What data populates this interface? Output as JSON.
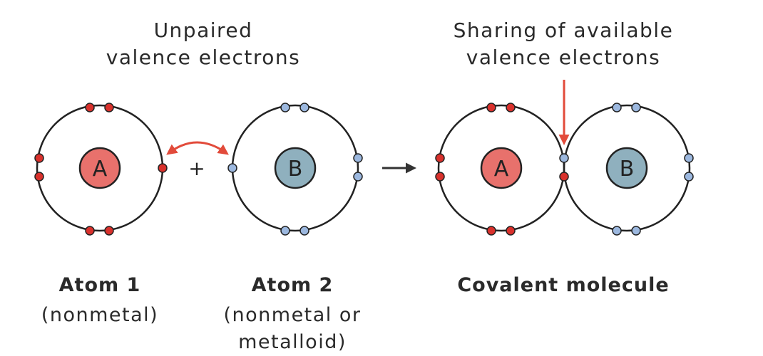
{
  "top_left_label": [
    "Unpaired",
    "valence electrons"
  ],
  "top_right_label": [
    "Sharing of available",
    "valence electrons"
  ],
  "atom1": {
    "symbol": "A",
    "title": "Atom 1",
    "subtitle": [
      "(nonmetal)"
    ]
  },
  "atom2": {
    "symbol": "B",
    "title": "Atom 2",
    "subtitle": [
      "(nonmetal or",
      "metalloid)"
    ]
  },
  "molecule": {
    "atom_a_symbol": "A",
    "atom_b_symbol": "B",
    "title": "Covalent molecule"
  },
  "plus_sign": "+",
  "colors": {
    "atom_a_fill": "#e8716c",
    "atom_b_fill": "#8fb0be",
    "electron_red": "#d9312c",
    "electron_blue": "#9cb8df",
    "arrow_red": "#e24b3b",
    "text": "#2a2a2a"
  }
}
